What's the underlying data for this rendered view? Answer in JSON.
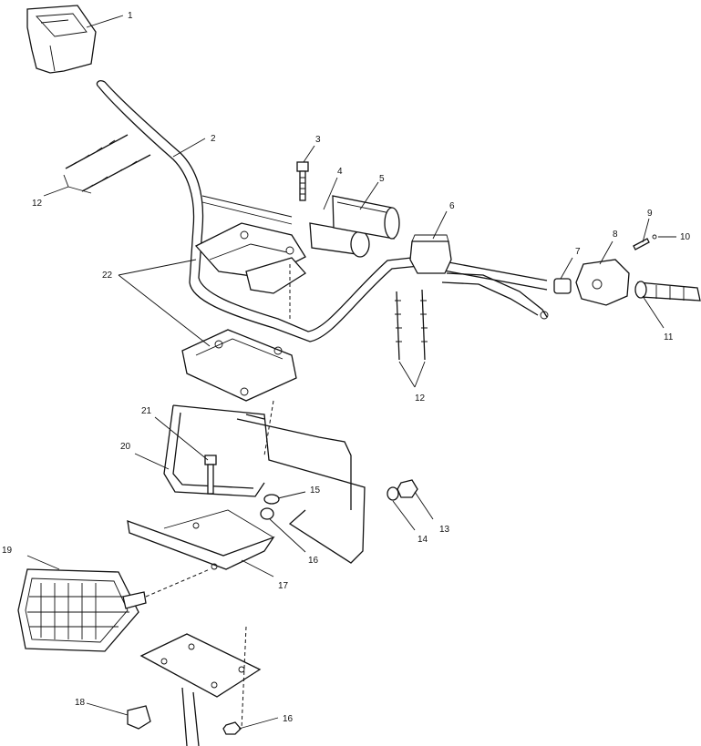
{
  "callouts": {
    "c1": "1",
    "c2": "2",
    "c3": "3",
    "c4": "4",
    "c5": "5",
    "c6": "6",
    "c7": "7",
    "c8": "8",
    "c9": "9",
    "c10": "10",
    "c11": "11",
    "c12a": "12",
    "c12b": "12",
    "c13": "13",
    "c14": "14",
    "c15": "15",
    "c16a": "16",
    "c16b": "16",
    "c17": "17",
    "c18": "18",
    "c19": "19",
    "c20": "20",
    "c21": "21",
    "c22": "22"
  }
}
